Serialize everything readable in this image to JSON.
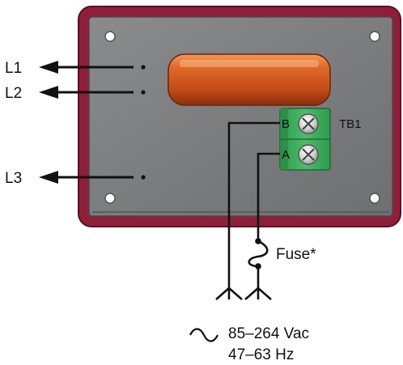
{
  "outputs": {
    "l1": "L1",
    "l2": "L2",
    "l3": "L3"
  },
  "terminal_block": {
    "name": "TB1",
    "terminal_b": "B",
    "terminal_a": "A"
  },
  "fuse": {
    "label": "Fuse*"
  },
  "power_input": {
    "voltage": "85–264 Vac",
    "frequency": "47–63 Hz"
  },
  "colors": {
    "enclosure_frame": "#8e1f3a",
    "panel": "#7d7e80",
    "heater_element": "#d4581e",
    "terminal_block": "#3aa85a",
    "wire": "#111111"
  }
}
